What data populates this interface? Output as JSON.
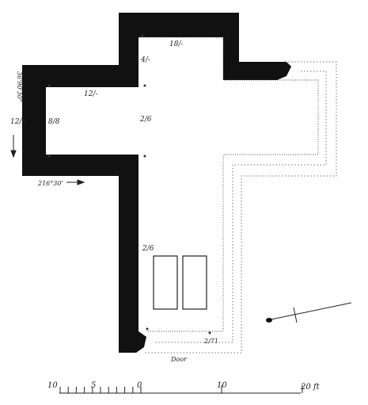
{
  "colors": {
    "wall": "#111111",
    "background": "#ffffff",
    "ink": "#222222",
    "faint_line": "#777777"
  },
  "measurements": {
    "top_arm_width": "18/-",
    "top_arm_side": "4/-",
    "left_arm_top": "12/-",
    "left_arm_height": "12/6",
    "left_arm_inner": "8/8",
    "crossing_side": "2/6",
    "left_edge_vertical": "36'90'30\"",
    "bearing": "216°30'",
    "lower_wall": "2/6",
    "bottom_right": "2/71",
    "door": "Door"
  },
  "icons": {
    "north_arrow": "north-arrow-icon",
    "down_arrow": "arrow-down-icon",
    "right_arrow": "arrow-right-icon"
  },
  "scale_bar": {
    "labels": [
      "10",
      "5",
      "0",
      "10",
      "20 ft"
    ]
  }
}
